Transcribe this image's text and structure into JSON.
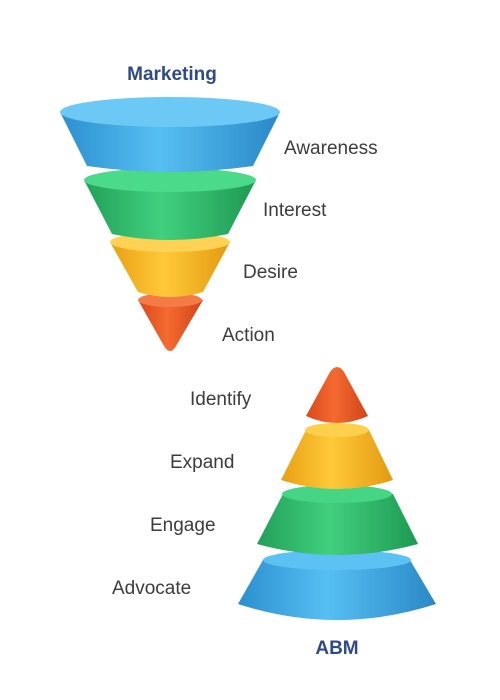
{
  "colors": {
    "title": "#2f4a8a",
    "label": "#3c3c3c",
    "blue": "#3aa8e2",
    "green": "#2fbd6a",
    "yellow": "#f5b626",
    "orange": "#ec5a22"
  },
  "marketing": {
    "title": "Marketing",
    "stages": [
      "Awareness",
      "Interest",
      "Desire",
      "Action"
    ]
  },
  "abm": {
    "title": "ABM",
    "stages": [
      "Identify",
      "Expand",
      "Engage",
      "Advocate"
    ]
  }
}
